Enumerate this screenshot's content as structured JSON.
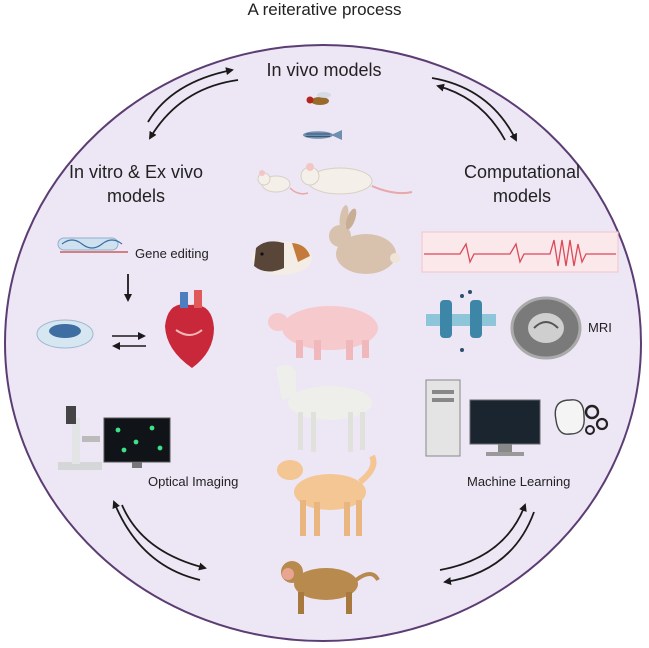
{
  "title": "A reiterative process",
  "sections": {
    "in_vivo": "In vivo models",
    "in_vitro_line1": "In vitro & Ex vivo",
    "in_vitro_line2": "models",
    "computational_line1": "Computational",
    "computational_line2": "models"
  },
  "labels": {
    "gene_editing": "Gene editing",
    "optical_imaging": "Optical Imaging",
    "mri": "MRI",
    "machine_learning": "Machine Learning"
  },
  "animals": [
    "fruit fly",
    "zebrafish",
    "mouse",
    "rat",
    "guinea pig",
    "rabbit",
    "pig",
    "goat",
    "dog",
    "monkey"
  ],
  "icons": [
    "gene-editing-icon",
    "petri-dish-icon",
    "heart-icon",
    "microscope-icon",
    "ecg-icon",
    "ion-channel-icon",
    "mri-scan-icon",
    "computer-icon",
    "brain-gears-icon"
  ],
  "colors": {
    "circle_fill": "#ede6f5",
    "circle_stroke": "#5b3d73",
    "arrow": "#1a1a1a",
    "heart": "#c8283a",
    "ecg": "#d94a5a"
  }
}
